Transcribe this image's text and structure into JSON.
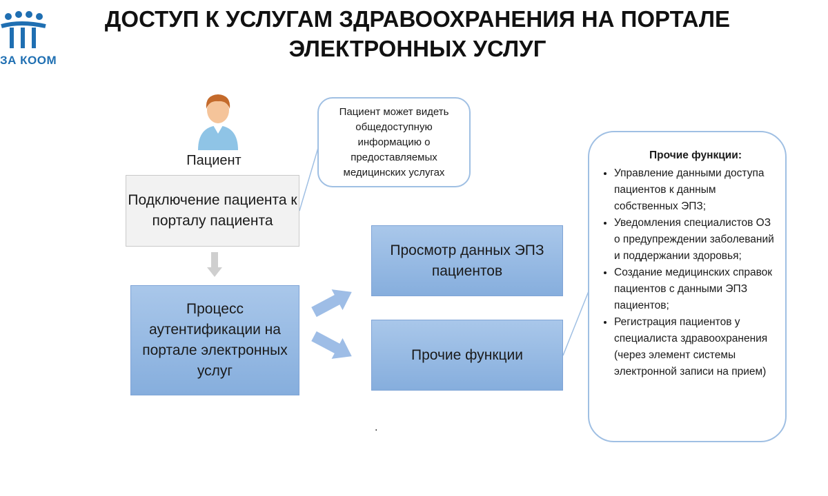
{
  "header": {
    "title": "ДОСТУП К УСЛУГАМ ЗДРАВООХРАНЕНИЯ НА ПОРТАЛЕ ЭЛЕКТРОННЫХ УСЛУГ",
    "logo_text": "ЗА КООМ"
  },
  "colors": {
    "accent_box": "#9ebde6",
    "callout_border": "#9fbfe3",
    "logo": "#1f6fb2"
  },
  "diagram": {
    "patient_label": "Пациент",
    "connect_box": "Подключение пациента к порталу пациента",
    "auth_box": "Процесс аутентификации на портале электронных услуг",
    "view_box": "Просмотр данных ЭПЗ пациентов",
    "other_box": "Прочие функции",
    "callout_top": "Пациент может видеть общедоступную информацию о предоставляемых медицинских услугах",
    "callout_right": {
      "title": "Прочие функции:",
      "items": [
        "Управление данными доступа пациентов к данным собственных ЭПЗ;",
        "Уведомления специалистов ОЗ о предупреждении заболеваний и поддержании здоровья;",
        "Создание медицинских справок пациентов с данными ЭПЗ пациентов;",
        "Регистрация пациентов у специалиста здравоохранения (через элемент системы электронной записи на прием)"
      ]
    },
    "stray_mark": "."
  }
}
